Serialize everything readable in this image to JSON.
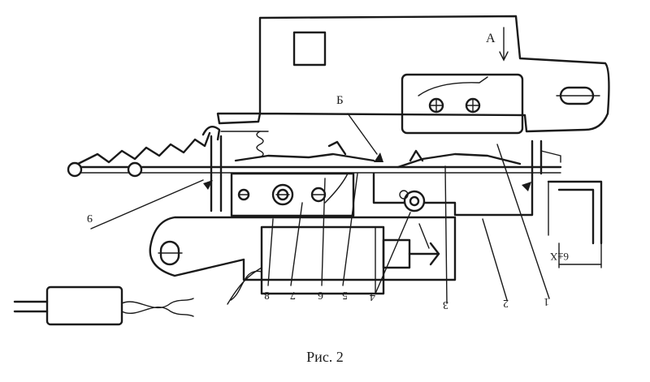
{
  "caption": "Рис. 2",
  "view_label": "А",
  "section_label": "Б",
  "dimension_label": "6±X",
  "callouts": [
    "1",
    "2",
    "3",
    "4",
    "5",
    "6",
    "7",
    "8",
    "9"
  ]
}
